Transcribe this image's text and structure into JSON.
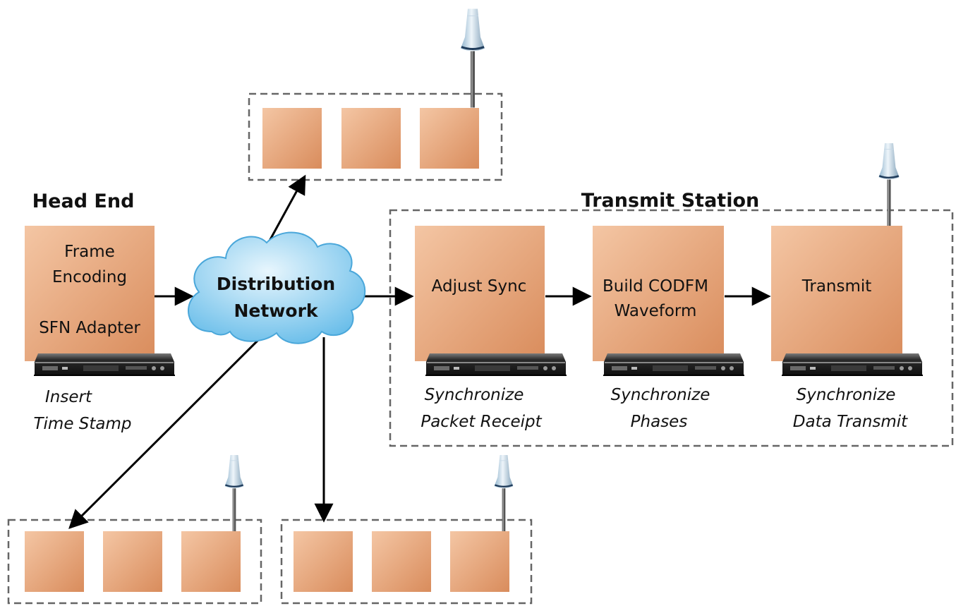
{
  "head_end": {
    "title": "Head End",
    "box_lines": [
      "Frame",
      "Encoding",
      "SFN Adapter"
    ],
    "caption": [
      "Insert",
      "Time Stamp"
    ]
  },
  "cloud": {
    "lines": [
      "Distribution",
      "Network"
    ]
  },
  "transmit_station": {
    "title": "Transmit Station",
    "blocks": [
      {
        "label": [
          "Adjust Sync"
        ],
        "caption": [
          "Synchronize",
          "Packet Receipt"
        ]
      },
      {
        "label": [
          "Build CODFM",
          "Waveform"
        ],
        "caption": [
          "Synchronize",
          "Phases"
        ]
      },
      {
        "label": [
          "Transmit"
        ],
        "caption": [
          "Synchronize",
          "Data Transmit"
        ]
      }
    ]
  },
  "colors": {
    "box_light": "#f4c6a4",
    "box_dark": "#d98c5c",
    "cloud_light": "#e8f6fd",
    "cloud_dark": "#5fb9e8",
    "dashed_border": "#666666",
    "arrow": "#000000"
  },
  "icons": [
    "antenna-icon",
    "rack-unit-icon",
    "cloud-icon"
  ]
}
